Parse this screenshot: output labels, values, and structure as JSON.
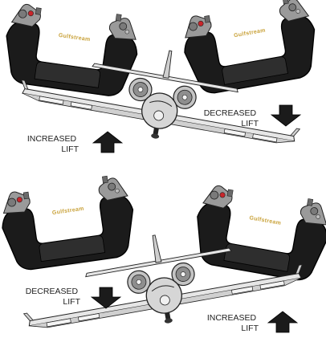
{
  "yoke_brand": "Gulfstream",
  "top_panel": {
    "left_label": [
      "INCREASED",
      "LIFT"
    ],
    "right_label": [
      "DECREASED",
      "LIFT"
    ]
  },
  "bottom_panel": {
    "left_label": [
      "DECREASED",
      "LIFT"
    ],
    "right_label": [
      "INCREASED",
      "LIFT"
    ]
  },
  "colors": {
    "yoke_body": "#1b1b1b",
    "yoke_panel": "#2e2e2e",
    "grip": "#9a9a9a",
    "brand_text": "#c9a23a",
    "warning_red": "#c8262b",
    "aircraft_fill": "#d6d6d6",
    "outline": "#222222"
  },
  "icons": [
    "control-yoke",
    "aircraft-front-view",
    "arrow-up-icon",
    "arrow-down-icon"
  ]
}
